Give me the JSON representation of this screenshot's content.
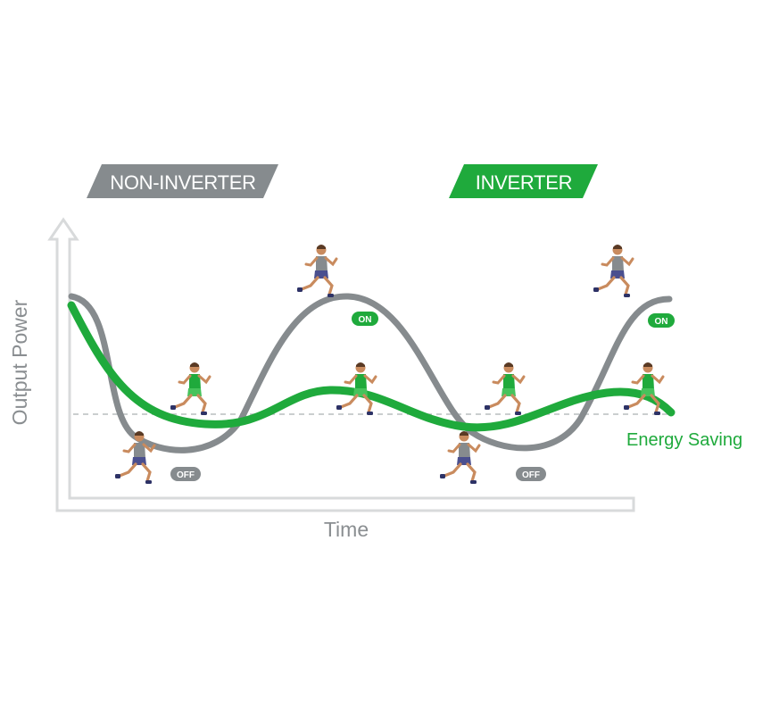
{
  "legend": {
    "non_inverter": "NON-INVERTER",
    "inverter": "INVERTER"
  },
  "axes": {
    "y_label": "Output Power",
    "x_label": "Time"
  },
  "annotations": {
    "energy_saving": "Energy Saving",
    "on_label": "ON",
    "off_label": "OFF"
  },
  "colors": {
    "non_inverter": "#868b8e",
    "inverter": "#1faa3c",
    "axis": "#d8dadb",
    "dashed": "#b9bdbf"
  }
}
